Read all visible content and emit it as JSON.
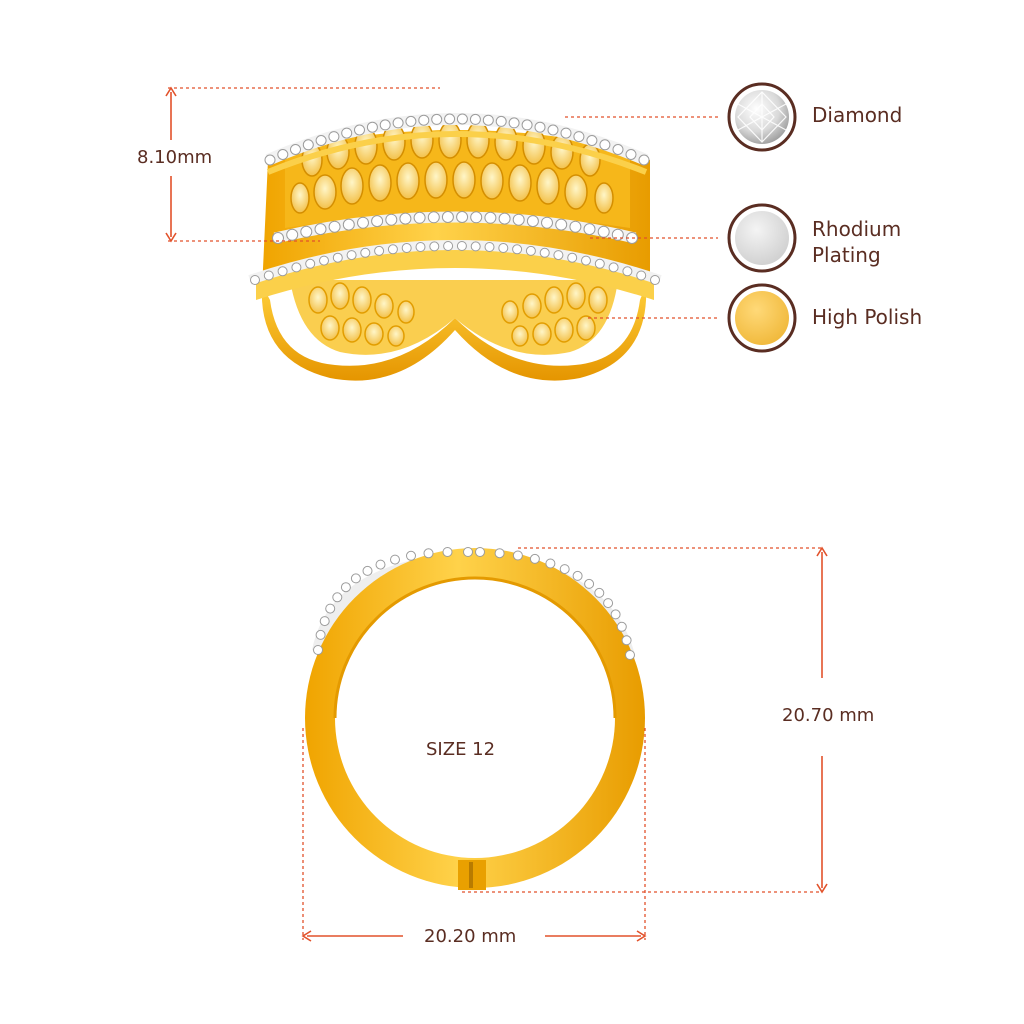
{
  "colors": {
    "gold": "#f4b618",
    "gold_dark": "#e19700",
    "gold_light": "#ffd24a",
    "diamond": "#e6e6e6",
    "rhodium": "#dedede",
    "high_polish": "#f6c760",
    "swatch_ring": "#5a2d22",
    "dimension_line": "#e2522b",
    "text": "#5a2d22"
  },
  "dimensions": {
    "height": "8.10mm",
    "ring_height": "20.70 mm",
    "ring_width": "20.20 mm",
    "size": "SIZE 12"
  },
  "legend": [
    {
      "label": "Diamond",
      "swatch": "diamond-icon"
    },
    {
      "label": "Rhodium\nPlating",
      "swatch": "rhodium-swatch"
    },
    {
      "label": "High Polish",
      "swatch": "high-polish-swatch"
    }
  ]
}
